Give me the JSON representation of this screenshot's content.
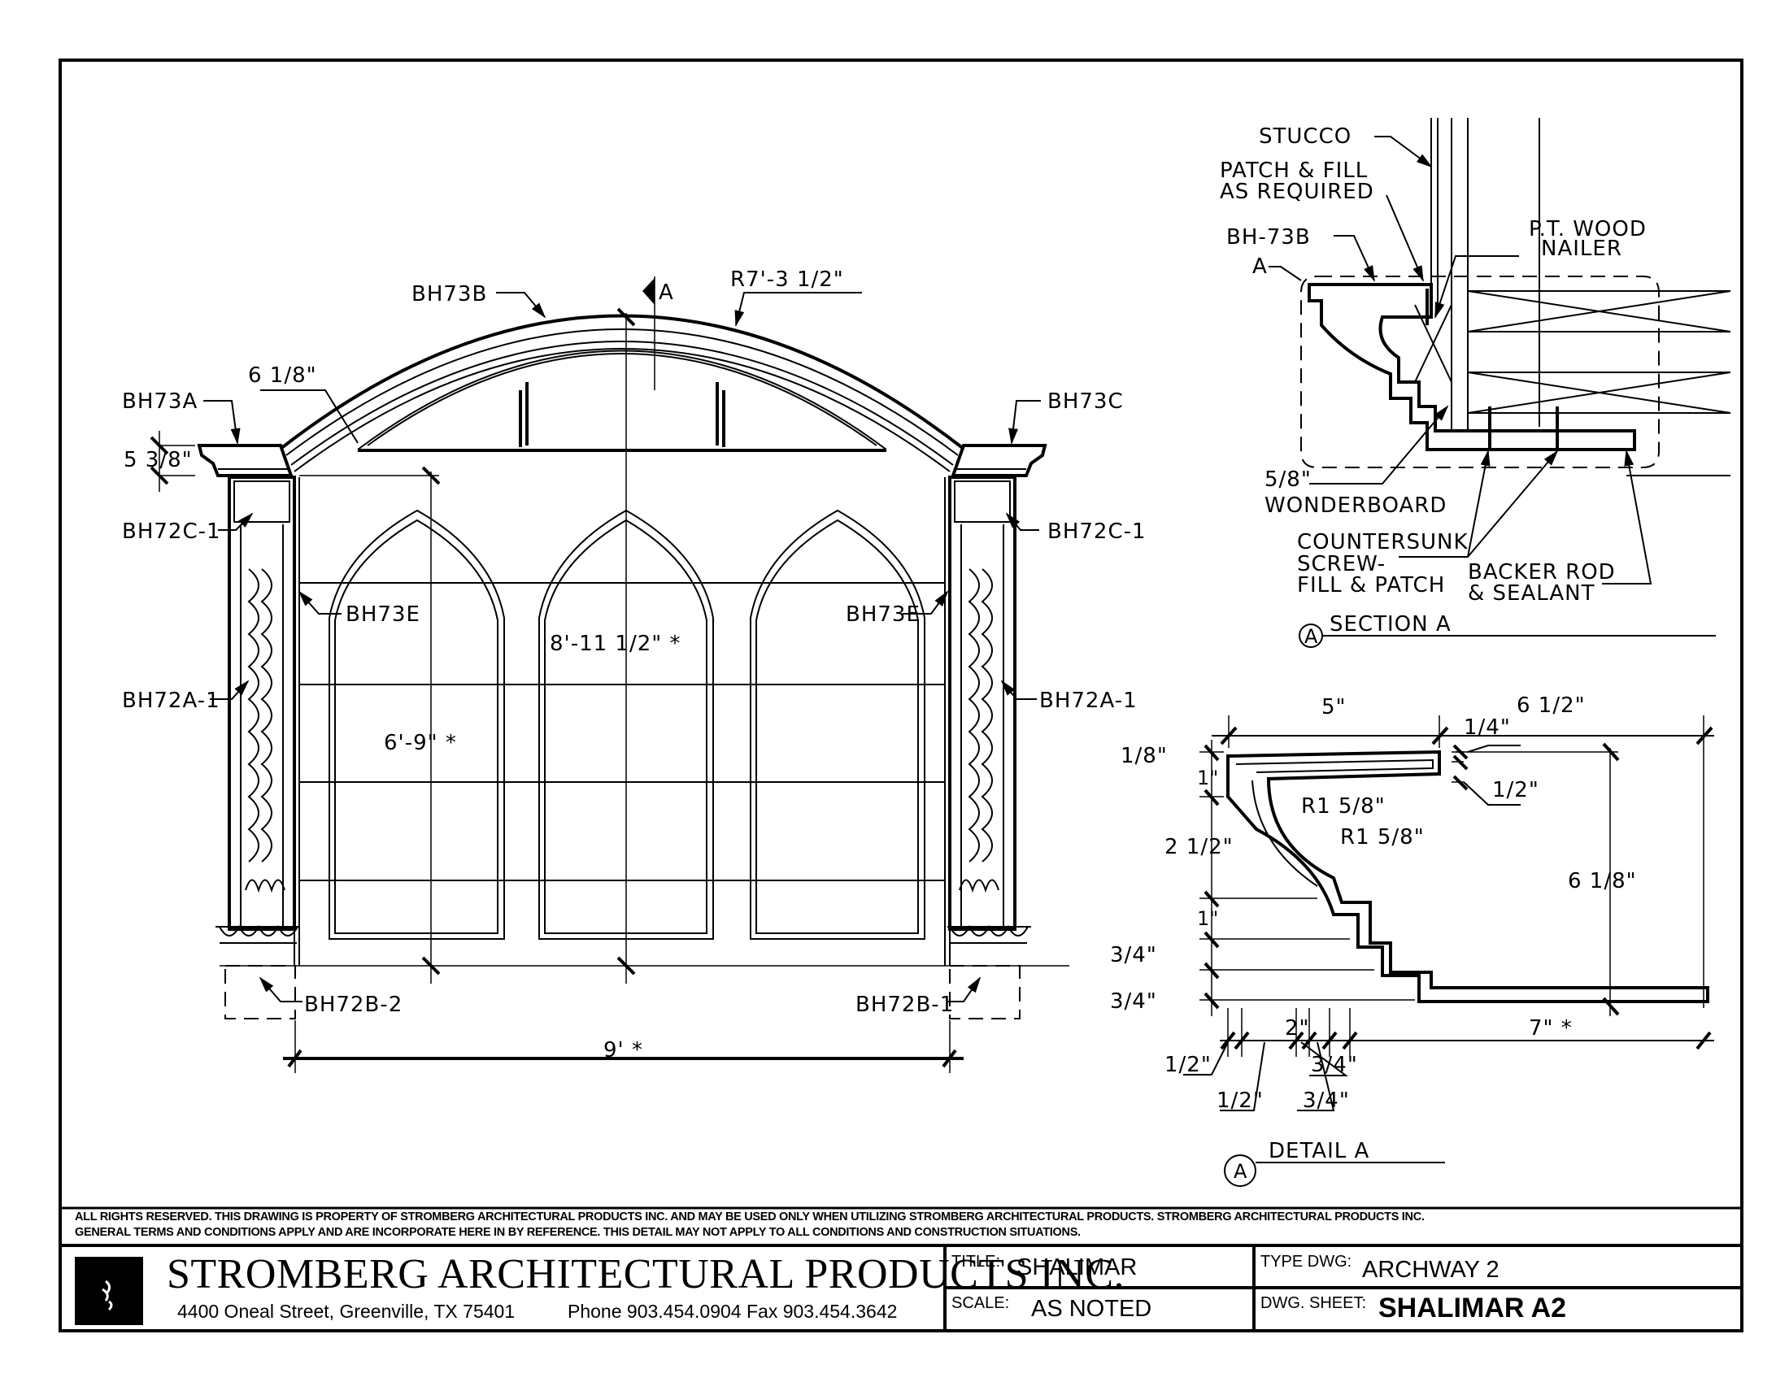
{
  "elevation": {
    "labels": {
      "bh73a": "BH73A",
      "bh73b": "BH73B",
      "bh73c": "BH73C",
      "bh72c_left": "BH72C-1",
      "bh72c_right": "BH72C-1",
      "bh73e_left": "BH73E",
      "bh73e_right": "BH73E",
      "bh72a_left": "BH72A-1",
      "bh72a_right": "BH72A-1",
      "bh72b_left": "BH72B-2",
      "bh72b_right": "BH72B-1",
      "section_marker": "A"
    },
    "dimensions": {
      "arch_radius": "R7'-3 1/2\"",
      "arch_width": "6 1/8\"",
      "cornice_height": "5 3/8\"",
      "window_height": "6'-9\" *",
      "overall_height": "8'-11 1/2\" *",
      "overall_width": "9' *"
    }
  },
  "section_a": {
    "title": "SECTION A",
    "marker": "A",
    "labels": {
      "stucco": "STUCCO",
      "patch_fill_1": "PATCH & FILL",
      "patch_fill_2": "AS REQUIRED",
      "bh73b": "BH-73B",
      "detail_ref": "A",
      "nailer_1": "P.T. WOOD",
      "nailer_2": "NAILER",
      "wonderboard_1": "5/8\"",
      "wonderboard_2": "WONDERBOARD",
      "screw_1": "COUNTERSUNK",
      "screw_2": "SCREW-",
      "screw_3": "FILL & PATCH",
      "backer_1": "BACKER ROD",
      "backer_2": "& SEALANT"
    }
  },
  "detail_a": {
    "title": "DETAIL A",
    "marker": "A",
    "dimensions": {
      "top_left": "5\"",
      "top_right": "6 1/2\"",
      "lip_1_4": "1/4\"",
      "lip_1_2": "1/2\"",
      "left_1_8": "1/8\"",
      "left_1a": "1\"",
      "left_2_1_2": "2 1/2\"",
      "left_1b": "1\"",
      "left_3_4a": "3/4\"",
      "left_3_4b": "3/4\"",
      "radius_1": "R1 5/8\"",
      "radius_2": "R1 5/8\"",
      "height": "6 1/8\"",
      "bottom_2": "2\"",
      "bottom_7": "7\" *",
      "bottom_1_2a": "1/2\"",
      "bottom_1_2b": "1/2\"",
      "bottom_3_4a": "3/4\"",
      "bottom_3_4b": "3/4\""
    }
  },
  "notes": {
    "line1": "ALL RIGHTS RESERVED. THIS DRAWING IS PROPERTY OF STROMBERG ARCHITECTURAL PRODUCTS INC. AND MAY BE USED ONLY WHEN UTILIZING STROMBERG ARCHITECTURAL PRODUCTS.  STROMBERG ARCHITECTURAL PRODUCTS INC.",
    "line2": "GENERAL TERMS AND CONDITIONS APPLY AND ARE INCORPORATE HERE IN BY REFERENCE.  THIS DETAIL MAY NOT APPLY TO ALL CONDITIONS AND CONSTRUCTION SITUATIONS."
  },
  "title_block": {
    "company": "STROMBERG ARCHITECTURAL PRODUCTS INC.",
    "address": "4400 Oneal Street, Greenville, TX  75401",
    "phone_fax": "Phone 903.454.0904   Fax 903.454.3642",
    "title_key": "TITLE:",
    "title_value": "SHALIMAR",
    "scale_key": "SCALE:",
    "scale_value": "AS NOTED",
    "type_key": "TYPE DWG:",
    "type_value": "ARCHWAY 2",
    "sheet_key": "DWG. SHEET:",
    "sheet_value": "SHALIMAR A2"
  }
}
